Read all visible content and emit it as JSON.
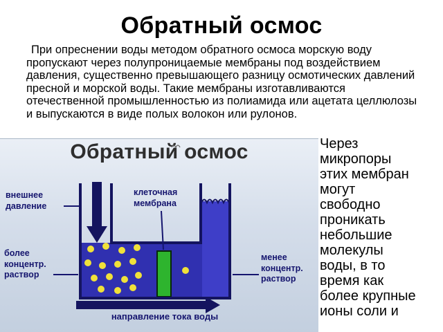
{
  "colors": {
    "navy": "#14145f",
    "water-dark": "#3030b0",
    "water-light": "#3e3ec8",
    "membrane-green": "#2eb42e",
    "dot-yellow": "#f0e13a",
    "label-navy": "#15156e",
    "bg-top": "#eaeff6",
    "bg-bottom": "#c3cfdf"
  },
  "slide": {
    "title": "Обратный осмос",
    "paragraph": "При опреснении воды методом обратного осмоса морскую воду пропускают через полупроницаемые мембраны под воздействием давления, существенно превышающего разницу осмотических давлений пресной и морской воды. Такие мембраны изготавливаются отечественной промышленностью из полиамида или ацетата целлюлозы и выпускаются в виде полых волокон или рулонов."
  },
  "diagram": {
    "title": "Обратный осмос",
    "labels": {
      "pressure1": "внешнее",
      "pressure2": "давление",
      "membrane1": "клеточная",
      "membrane2": "мембрана",
      "left1": "более",
      "left2": "концентр.",
      "left3": "раствор",
      "right1": "менее",
      "right2": "концентр.",
      "right3": "раствор",
      "flow": "направление тока воды"
    }
  },
  "right_text": {
    "lines": [
      "Через",
      "микропоры",
      "этих мембран",
      "могут",
      "свободно",
      "проникать",
      "небольшие",
      "молекулы",
      "воды, в то",
      "время как",
      "более крупные",
      "ионы соли и"
    ]
  }
}
